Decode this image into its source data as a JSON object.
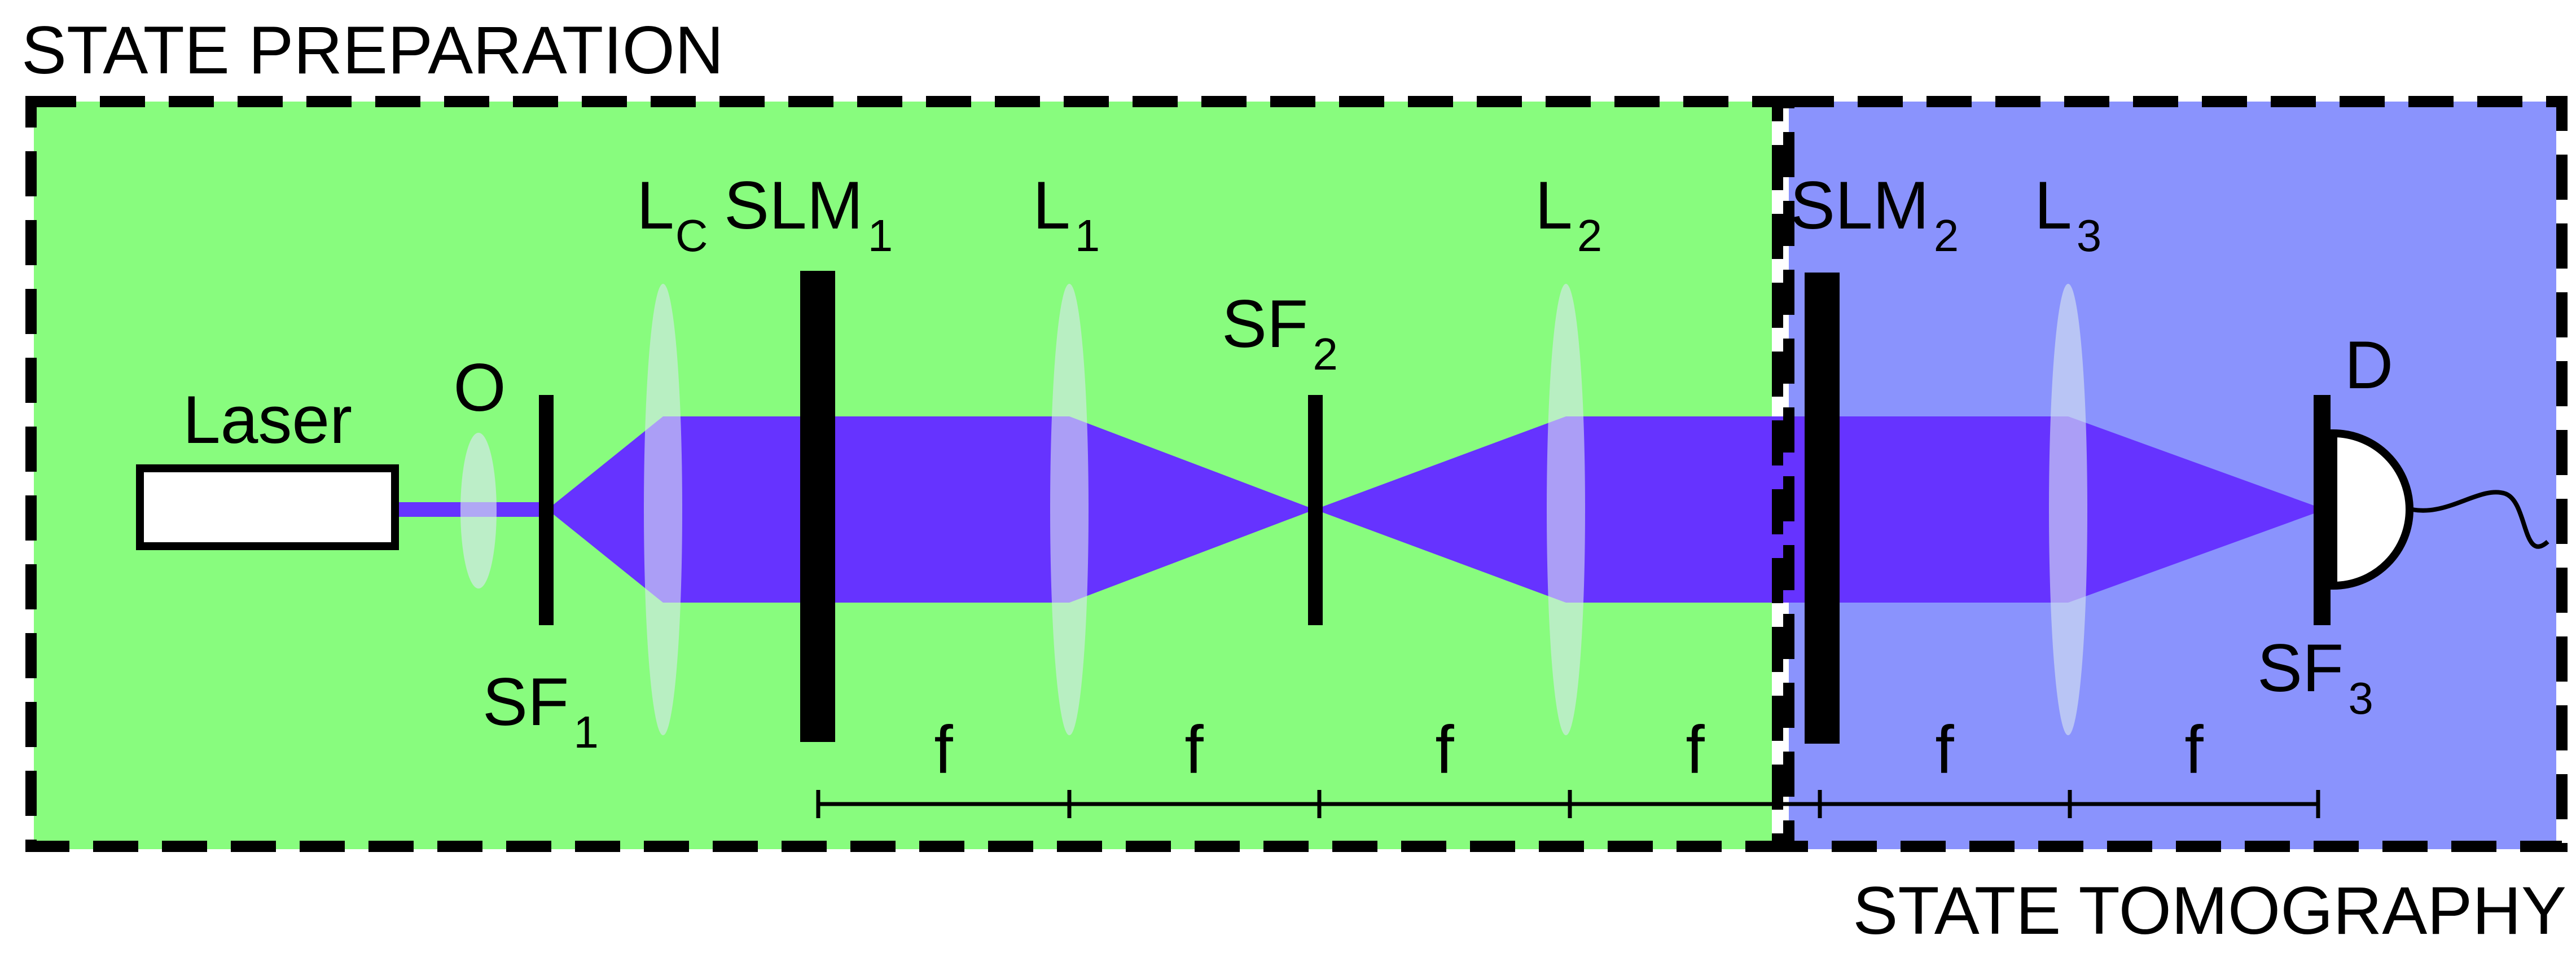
{
  "sections": {
    "preparation": {
      "title": "STATE PREPARATION"
    },
    "tomography": {
      "title": "STATE TOMOGRAPHY"
    }
  },
  "components": {
    "laser": "Laser",
    "objective": "O",
    "sf1": {
      "main": "SF",
      "sub": "1"
    },
    "lc": {
      "main": "L",
      "sub": "C"
    },
    "slm1": {
      "main": "SLM",
      "sub": "1"
    },
    "l1": {
      "main": "L",
      "sub": "1"
    },
    "sf2": {
      "main": "SF",
      "sub": "2"
    },
    "l2": {
      "main": "L",
      "sub": "2"
    },
    "slm2": {
      "main": "SLM",
      "sub": "2"
    },
    "l3": {
      "main": "L",
      "sub": "3"
    },
    "detector": "D",
    "sf3": {
      "main": "SF",
      "sub": "3"
    }
  },
  "distances": [
    "f",
    "f",
    "f",
    "f",
    "f",
    "f"
  ],
  "colors": {
    "preparation_bg": "#88FC7E",
    "tomography_bg": "#8A93FD",
    "beam": "#6633FF",
    "lens": "#D8E6F0"
  }
}
